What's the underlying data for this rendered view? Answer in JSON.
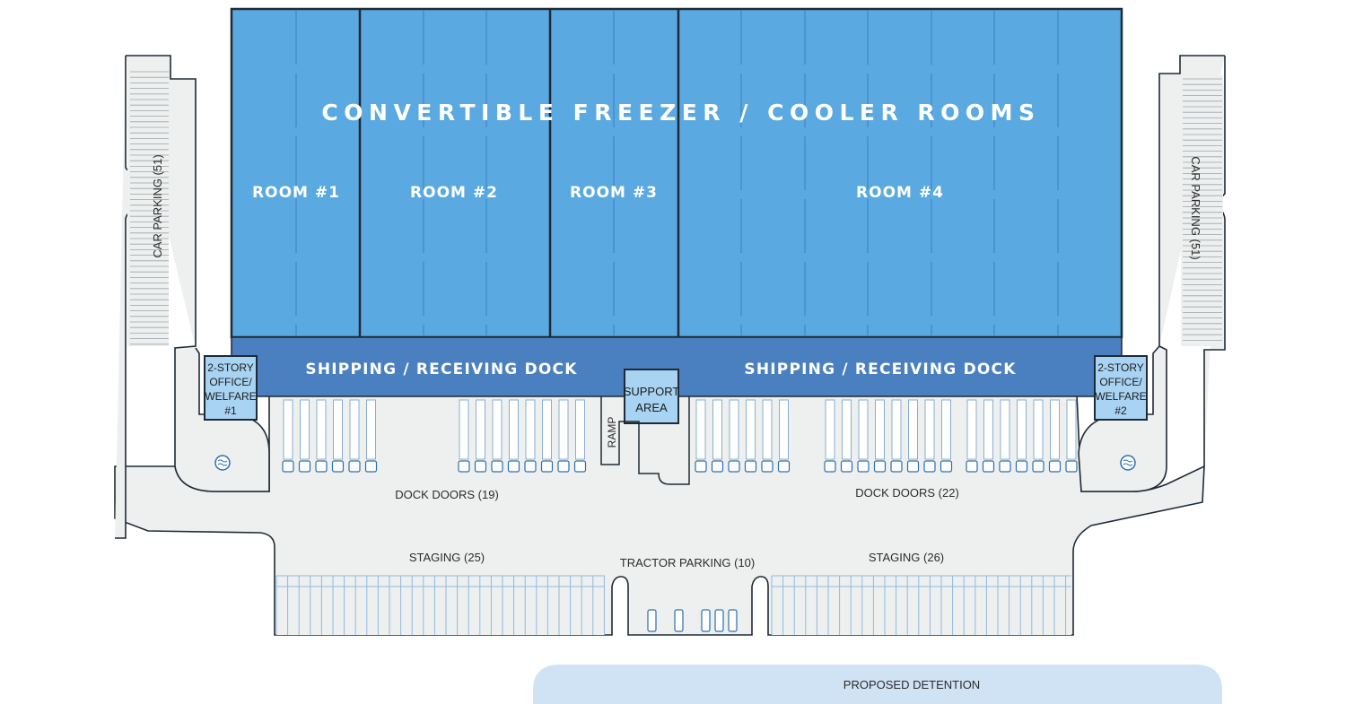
{
  "main_title": "CONVERTIBLE FREEZER / COOLER ROOMS",
  "rooms": [
    "ROOM #1",
    "ROOM #2",
    "ROOM #3",
    "ROOM #4"
  ],
  "docks": {
    "left": "SHIPPING / RECEIVING DOCK",
    "right": "SHIPPING / RECEIVING DOCK"
  },
  "support_area": [
    "SUPPORT",
    "AREA"
  ],
  "offices": [
    {
      "lines": [
        "2-STORY",
        "OFFICE/",
        "WELFARE",
        "#1"
      ]
    },
    {
      "lines": [
        "2-STORY",
        "OFFICE/",
        "WELFARE",
        "#2"
      ]
    }
  ],
  "car_parking": {
    "left": "CAR PARKING (51)",
    "right": "CAR PARKING (51)"
  },
  "ramp": "RAMP",
  "dock_doors": {
    "left": "DOCK DOORS (19)",
    "right": "DOCK DOORS (22)"
  },
  "staging": {
    "left": "STAGING (25)",
    "right": "STAGING (26)"
  },
  "tractor_parking": "TRACTOR PARKING (10)",
  "proposed_detention": "PROPOSED DETENTION",
  "colors": {
    "room_fill": "#5aa9e1",
    "dock_fill": "#4a7fc0",
    "office_fill": "#a9d3f2",
    "detention_fill": "#cfe3f5",
    "pavement": "#eef0ef",
    "outline": "#1f2a36"
  }
}
